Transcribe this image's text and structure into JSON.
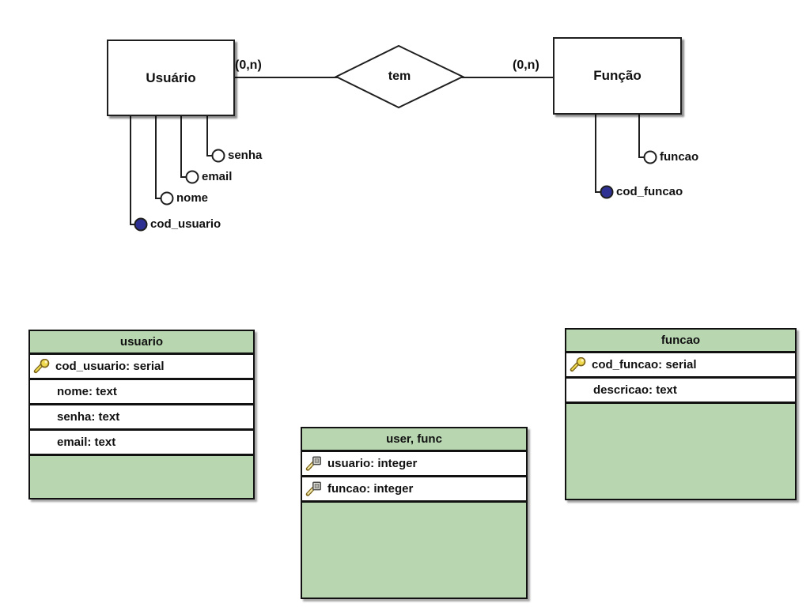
{
  "er_model": {
    "relationship": {
      "name": "tem",
      "left_cardinality": "(0,n)",
      "right_cardinality": "(0,n)"
    },
    "entities": [
      {
        "name": "Usuário",
        "attributes": [
          {
            "label": "senha",
            "is_key": false
          },
          {
            "label": "email",
            "is_key": false
          },
          {
            "label": "nome",
            "is_key": false
          },
          {
            "label": "cod_usuario",
            "is_key": true
          }
        ]
      },
      {
        "name": "Função",
        "attributes": [
          {
            "label": "funcao",
            "is_key": false
          },
          {
            "label": "cod_funcao",
            "is_key": true
          }
        ]
      }
    ]
  },
  "physical_model": {
    "tables": [
      {
        "name": "usuario",
        "columns": [
          {
            "label": "cod_usuario: serial",
            "key": "primary"
          },
          {
            "label": "nome: text",
            "key": "none"
          },
          {
            "label": "senha: text",
            "key": "none"
          },
          {
            "label": "email: text",
            "key": "none"
          }
        ]
      },
      {
        "name": "user, func",
        "columns": [
          {
            "label": "usuario: integer",
            "key": "primary-foreign"
          },
          {
            "label": "funcao: integer",
            "key": "primary-foreign"
          }
        ]
      },
      {
        "name": "funcao",
        "columns": [
          {
            "label": "cod_funcao: serial",
            "key": "primary"
          },
          {
            "label": "descricao: text",
            "key": "none"
          }
        ]
      }
    ]
  },
  "icons": {
    "primary_key": "gold-key-icon",
    "primary_foreign_key": "gray-square-key-icon",
    "key_attribute_node": "filled-circle",
    "attribute_node": "open-circle"
  },
  "colors": {
    "table_green": "#b8d6b0",
    "key_node_fill": "#2e3192",
    "line_color": "#1f1f1f",
    "key_gold": "#efd94e"
  }
}
